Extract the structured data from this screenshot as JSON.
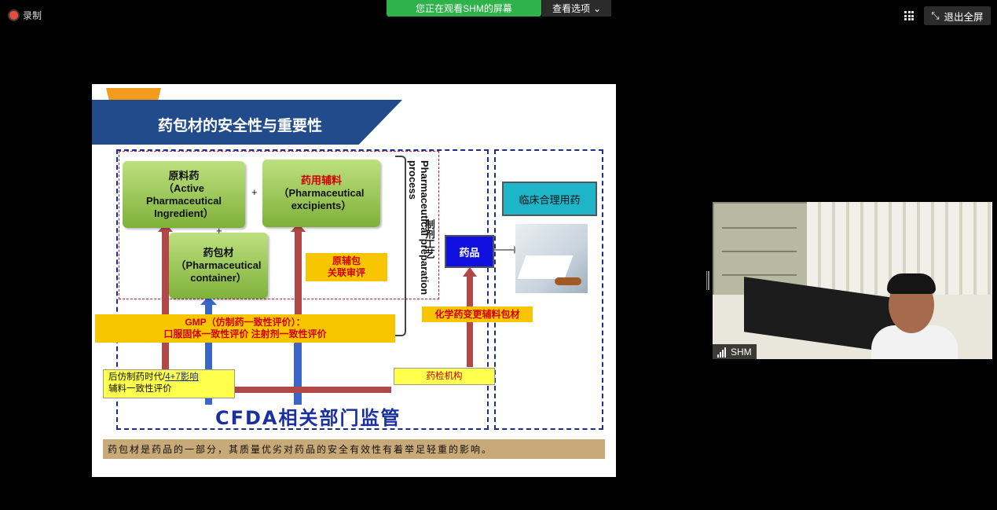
{
  "topbar": {
    "record_label": "录制",
    "banner_text": "您正在观看SHM的屏幕",
    "view_options_label": "查看选项",
    "exit_fullscreen_label": "退出全屏"
  },
  "slide": {
    "title": "药包材的安全性与重要性",
    "api_box": {
      "line1": "原料药",
      "line2": "（Active",
      "line3": "Pharmaceutical",
      "line4": "Ingredient）"
    },
    "excipient_box": {
      "line1": "药用辅料",
      "line2": "（Pharmaceutical",
      "line3": "excipients）"
    },
    "container_box": {
      "line1": "药包材",
      "line2": "（Pharmaceutical",
      "line3": "container）"
    },
    "plus": "+",
    "process_cn": "制剂工艺",
    "process_en": "Pharmaceutical preparation process",
    "joint_review": {
      "line1": "原辅包",
      "line2": "关联审评"
    },
    "drug_label": "药品",
    "clinic_label": "临床合理用药",
    "gmp": {
      "line1": "GMP（仿制药一致性评价）：",
      "line2": "口服固体一致性评价    注射剂一致性评价"
    },
    "post_generic": {
      "line1_a": "后仿制药时代/",
      "line1_b": "4+7影响",
      "line2": "辅料一致性评价"
    },
    "change_label": "化学药变更辅料包材",
    "inspection_label": "药检机构",
    "cfda_label": "CFDA相关部门监管",
    "footer_text": "药包材是药品的一部分，其质量优劣对药品的安全有效性有着举足轻重的影响。",
    "colors": {
      "title_bar": "#214b8a",
      "accent_orange": "#f29b1d",
      "box_green": "#9ccc55",
      "arrow_red": "#b04848",
      "arrow_blue": "#3a66c8"
    }
  },
  "video": {
    "participant_name": "SHM"
  }
}
